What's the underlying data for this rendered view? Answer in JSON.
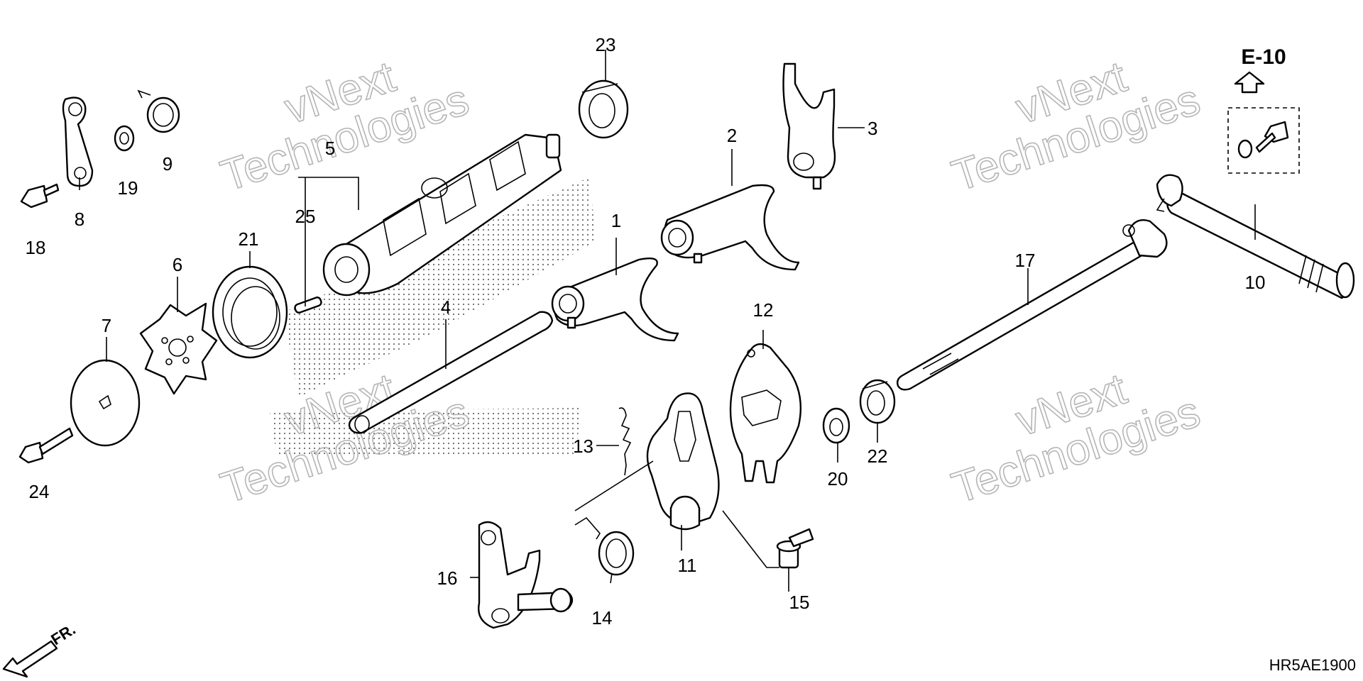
{
  "diagram": {
    "callouts": [
      "1",
      "2",
      "3",
      "4",
      "5",
      "6",
      "7",
      "8",
      "9",
      "10",
      "11",
      "12",
      "13",
      "14",
      "15",
      "16",
      "17",
      "18",
      "19",
      "20",
      "21",
      "22",
      "23",
      "24",
      "25"
    ],
    "reference_heading": "E-10",
    "direction_label": "FR.",
    "diagram_code": "HR5AE1900",
    "watermark": {
      "line1": "vNext",
      "line2": "Technologies"
    },
    "colors": {
      "line": "#000000",
      "watermark": "#b5b5b5",
      "background": "#ffffff"
    }
  }
}
